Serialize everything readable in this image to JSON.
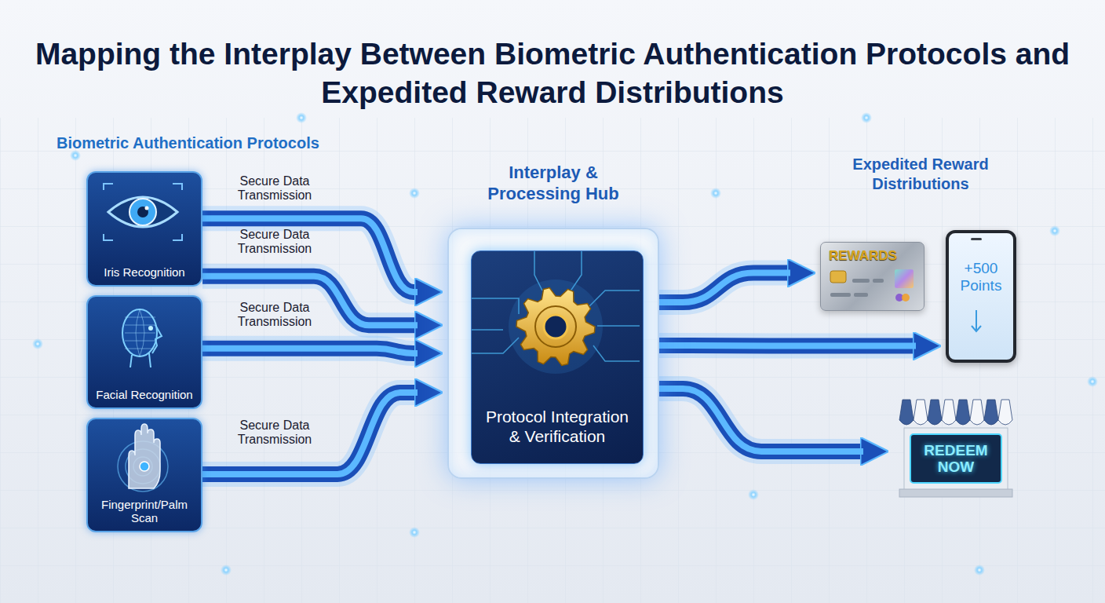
{
  "diagram": {
    "title": "Mapping the Interplay Between Biometric Authentication Protocols and Expedited Reward Distributions",
    "nodes": [
      {
        "text": [
          "Iris Recognition"
        ]
      },
      {
        "text": [
          "Facial Recognition"
        ]
      },
      {
        "text": [
          "Fingerprint/Palm Scan"
        ]
      },
      {
        "text": [
          "Interplay & Processing Hub"
        ]
      },
      {
        "text": [
          "Protocol Integration & Verification"
        ],
        "in": 3
      },
      {
        "text": [
          "REWARDS"
        ]
      },
      {
        "text": [
          "+500 Points"
        ]
      },
      {
        "text": [
          "REDEEM NOW"
        ]
      }
    ],
    "edges": [
      {
        "from": 0,
        "to": 3,
        "arrow": "to",
        "label": "Secure Data Transmission"
      },
      {
        "from": 0,
        "to": 3,
        "arrow": "to",
        "label": "Secure Data Transmission"
      },
      {
        "from": 1,
        "to": 3,
        "arrow": "to",
        "label": "Secure Data Transmission"
      },
      {
        "from": 2,
        "to": 3,
        "arrow": "to",
        "label": "Secure Data Transmission"
      },
      {
        "from": 3,
        "to": 5,
        "arrow": "to"
      },
      {
        "from": 3,
        "to": 6,
        "arrow": "to"
      },
      {
        "from": 3,
        "to": 7,
        "arrow": "to"
      }
    ],
    "labels": [
      "Biometric Authentication Protocols",
      "Expedited Reward Distributions"
    ]
  }
}
